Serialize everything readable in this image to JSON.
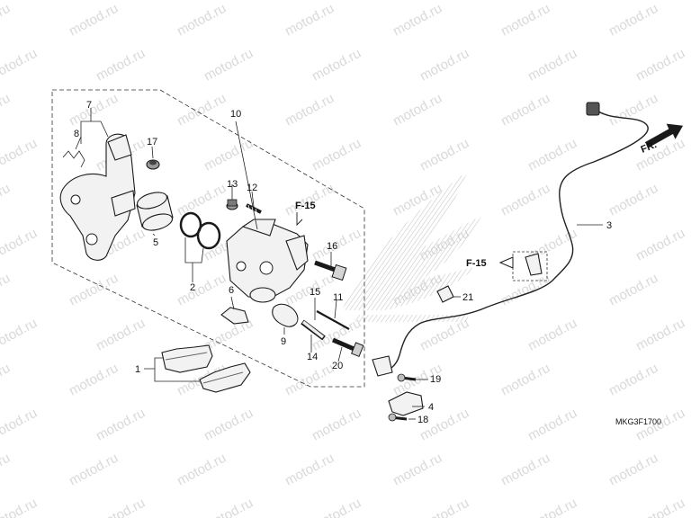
{
  "watermark": {
    "text": "motod.ru",
    "color": "#d9d9d9"
  },
  "diagram_code": "MKG3F1700",
  "refs": {
    "upper": "F-15",
    "lower": "F-15"
  },
  "front_arrow": "FR.",
  "callouts": {
    "c1": "1",
    "c2": "2",
    "c3": "3",
    "c4": "4",
    "c5": "5",
    "c6": "6",
    "c7": "7",
    "c8": "8",
    "c9": "9",
    "c10": "10",
    "c11": "11",
    "c12": "12",
    "c13": "13",
    "c14": "14",
    "c15": "15",
    "c16": "16",
    "c17": "17",
    "c18": "18",
    "c19": "19",
    "c20": "20",
    "c21": "21"
  },
  "icons": {
    "front-arrow": "solid-arrow-right",
    "wing-logo": "hatched-wing"
  }
}
